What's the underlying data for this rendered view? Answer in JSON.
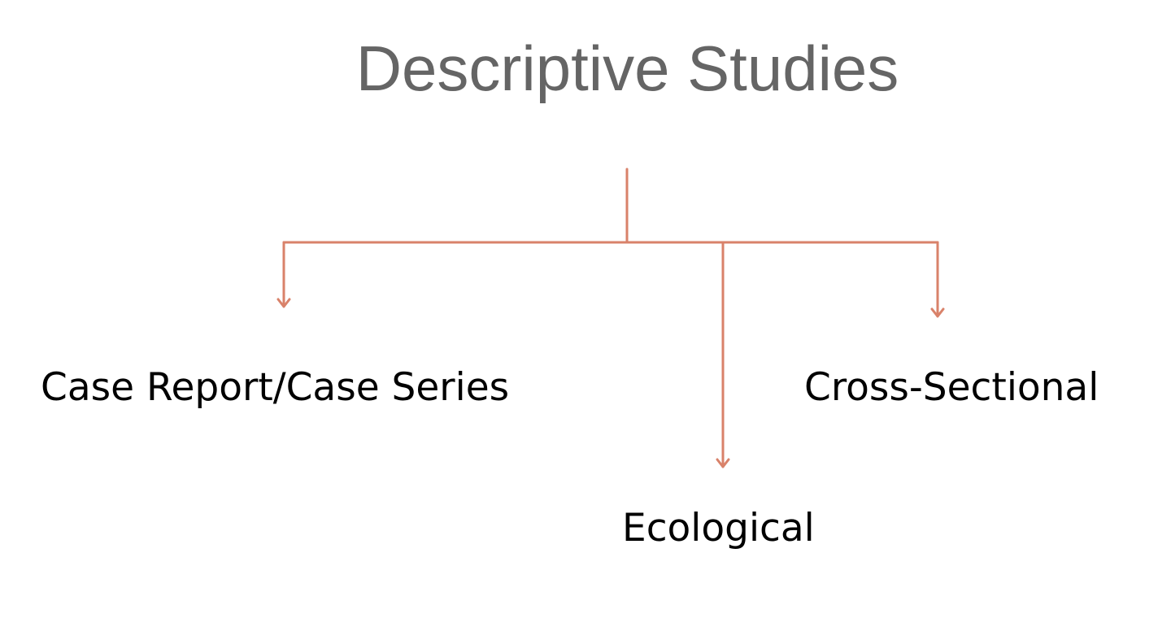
{
  "diagram": {
    "title": "Descriptive Studies",
    "line_color": "#d9826a",
    "branches": [
      {
        "label": "Case Report/Case Series"
      },
      {
        "label": "Ecological"
      },
      {
        "label": "Cross-Sectional"
      }
    ]
  }
}
